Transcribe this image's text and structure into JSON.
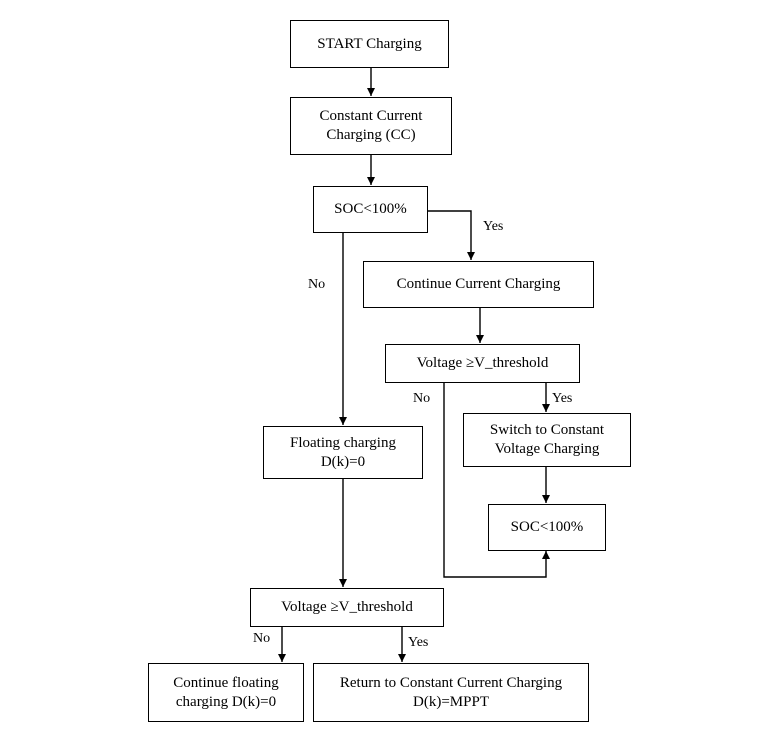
{
  "nodes": {
    "start": "START Charging",
    "cc": [
      "Constant Current",
      "Charging (CC)"
    ],
    "soc1": "SOC<100%",
    "continue_current": "Continue Current Charging",
    "voltage1": "Voltage ≥V_threshold",
    "switch_cv": [
      "Switch to Constant",
      "Voltage Charging"
    ],
    "soc2": "SOC<100%",
    "floating": [
      "Floating charging",
      "D(k)=0"
    ],
    "voltage2": "Voltage ≥V_threshold",
    "continue_floating": [
      "Continue floating",
      "charging D(k)=0"
    ],
    "return_cc": [
      "Return to Constant Current Charging",
      "D(k)=MPPT"
    ]
  },
  "edge_labels": {
    "soc1_yes": "Yes",
    "soc1_no": "No",
    "voltage1_no": "No",
    "voltage1_yes": "Yes",
    "voltage2_no": "No",
    "voltage2_yes": "Yes"
  }
}
